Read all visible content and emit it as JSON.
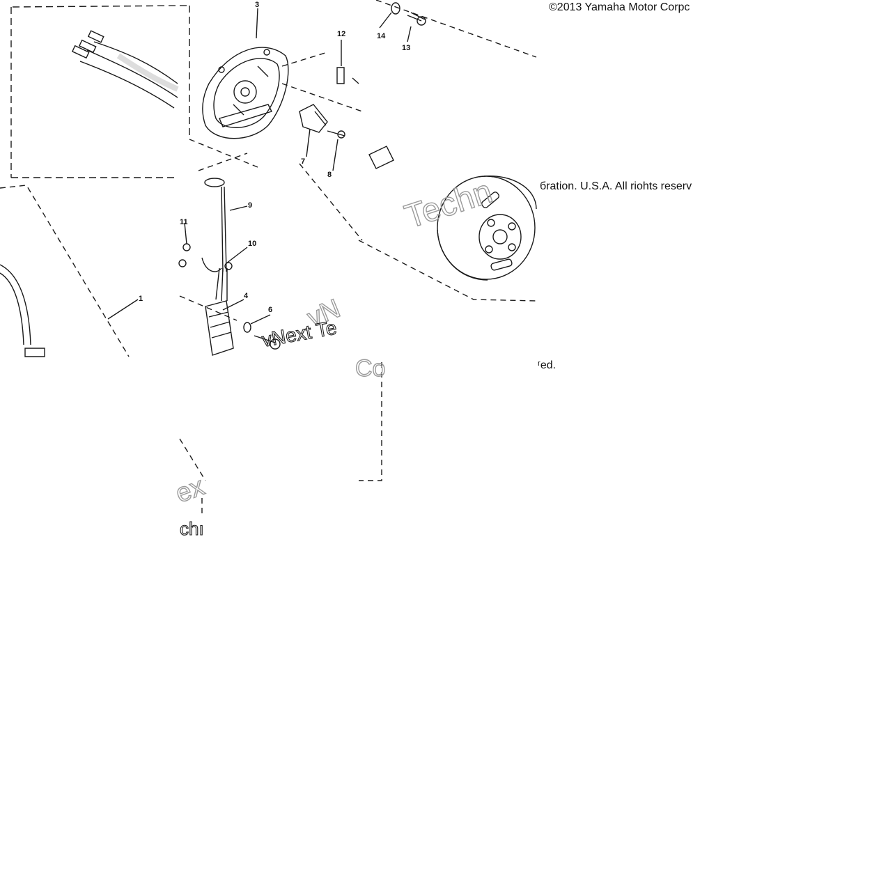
{
  "diagram": {
    "copyright_line_1": "©2013 Yamaha Motor Corpc",
    "copyright_line_2": "бration. U.S.A. All riohts reserv",
    "copyright_line_3": "ʳed.",
    "part_callouts": [
      "1",
      "3",
      "4",
      "6",
      "7",
      "8",
      "9",
      "10",
      "11",
      "12",
      "13",
      "14"
    ],
    "watermark_fragments": [
      "Techn",
      "vNext Te",
      "vN",
      "Co",
      "ex",
      "chı"
    ]
  },
  "colors": {
    "line": "#1a1a1a",
    "watermark_stroke": "#9a9a9a"
  }
}
